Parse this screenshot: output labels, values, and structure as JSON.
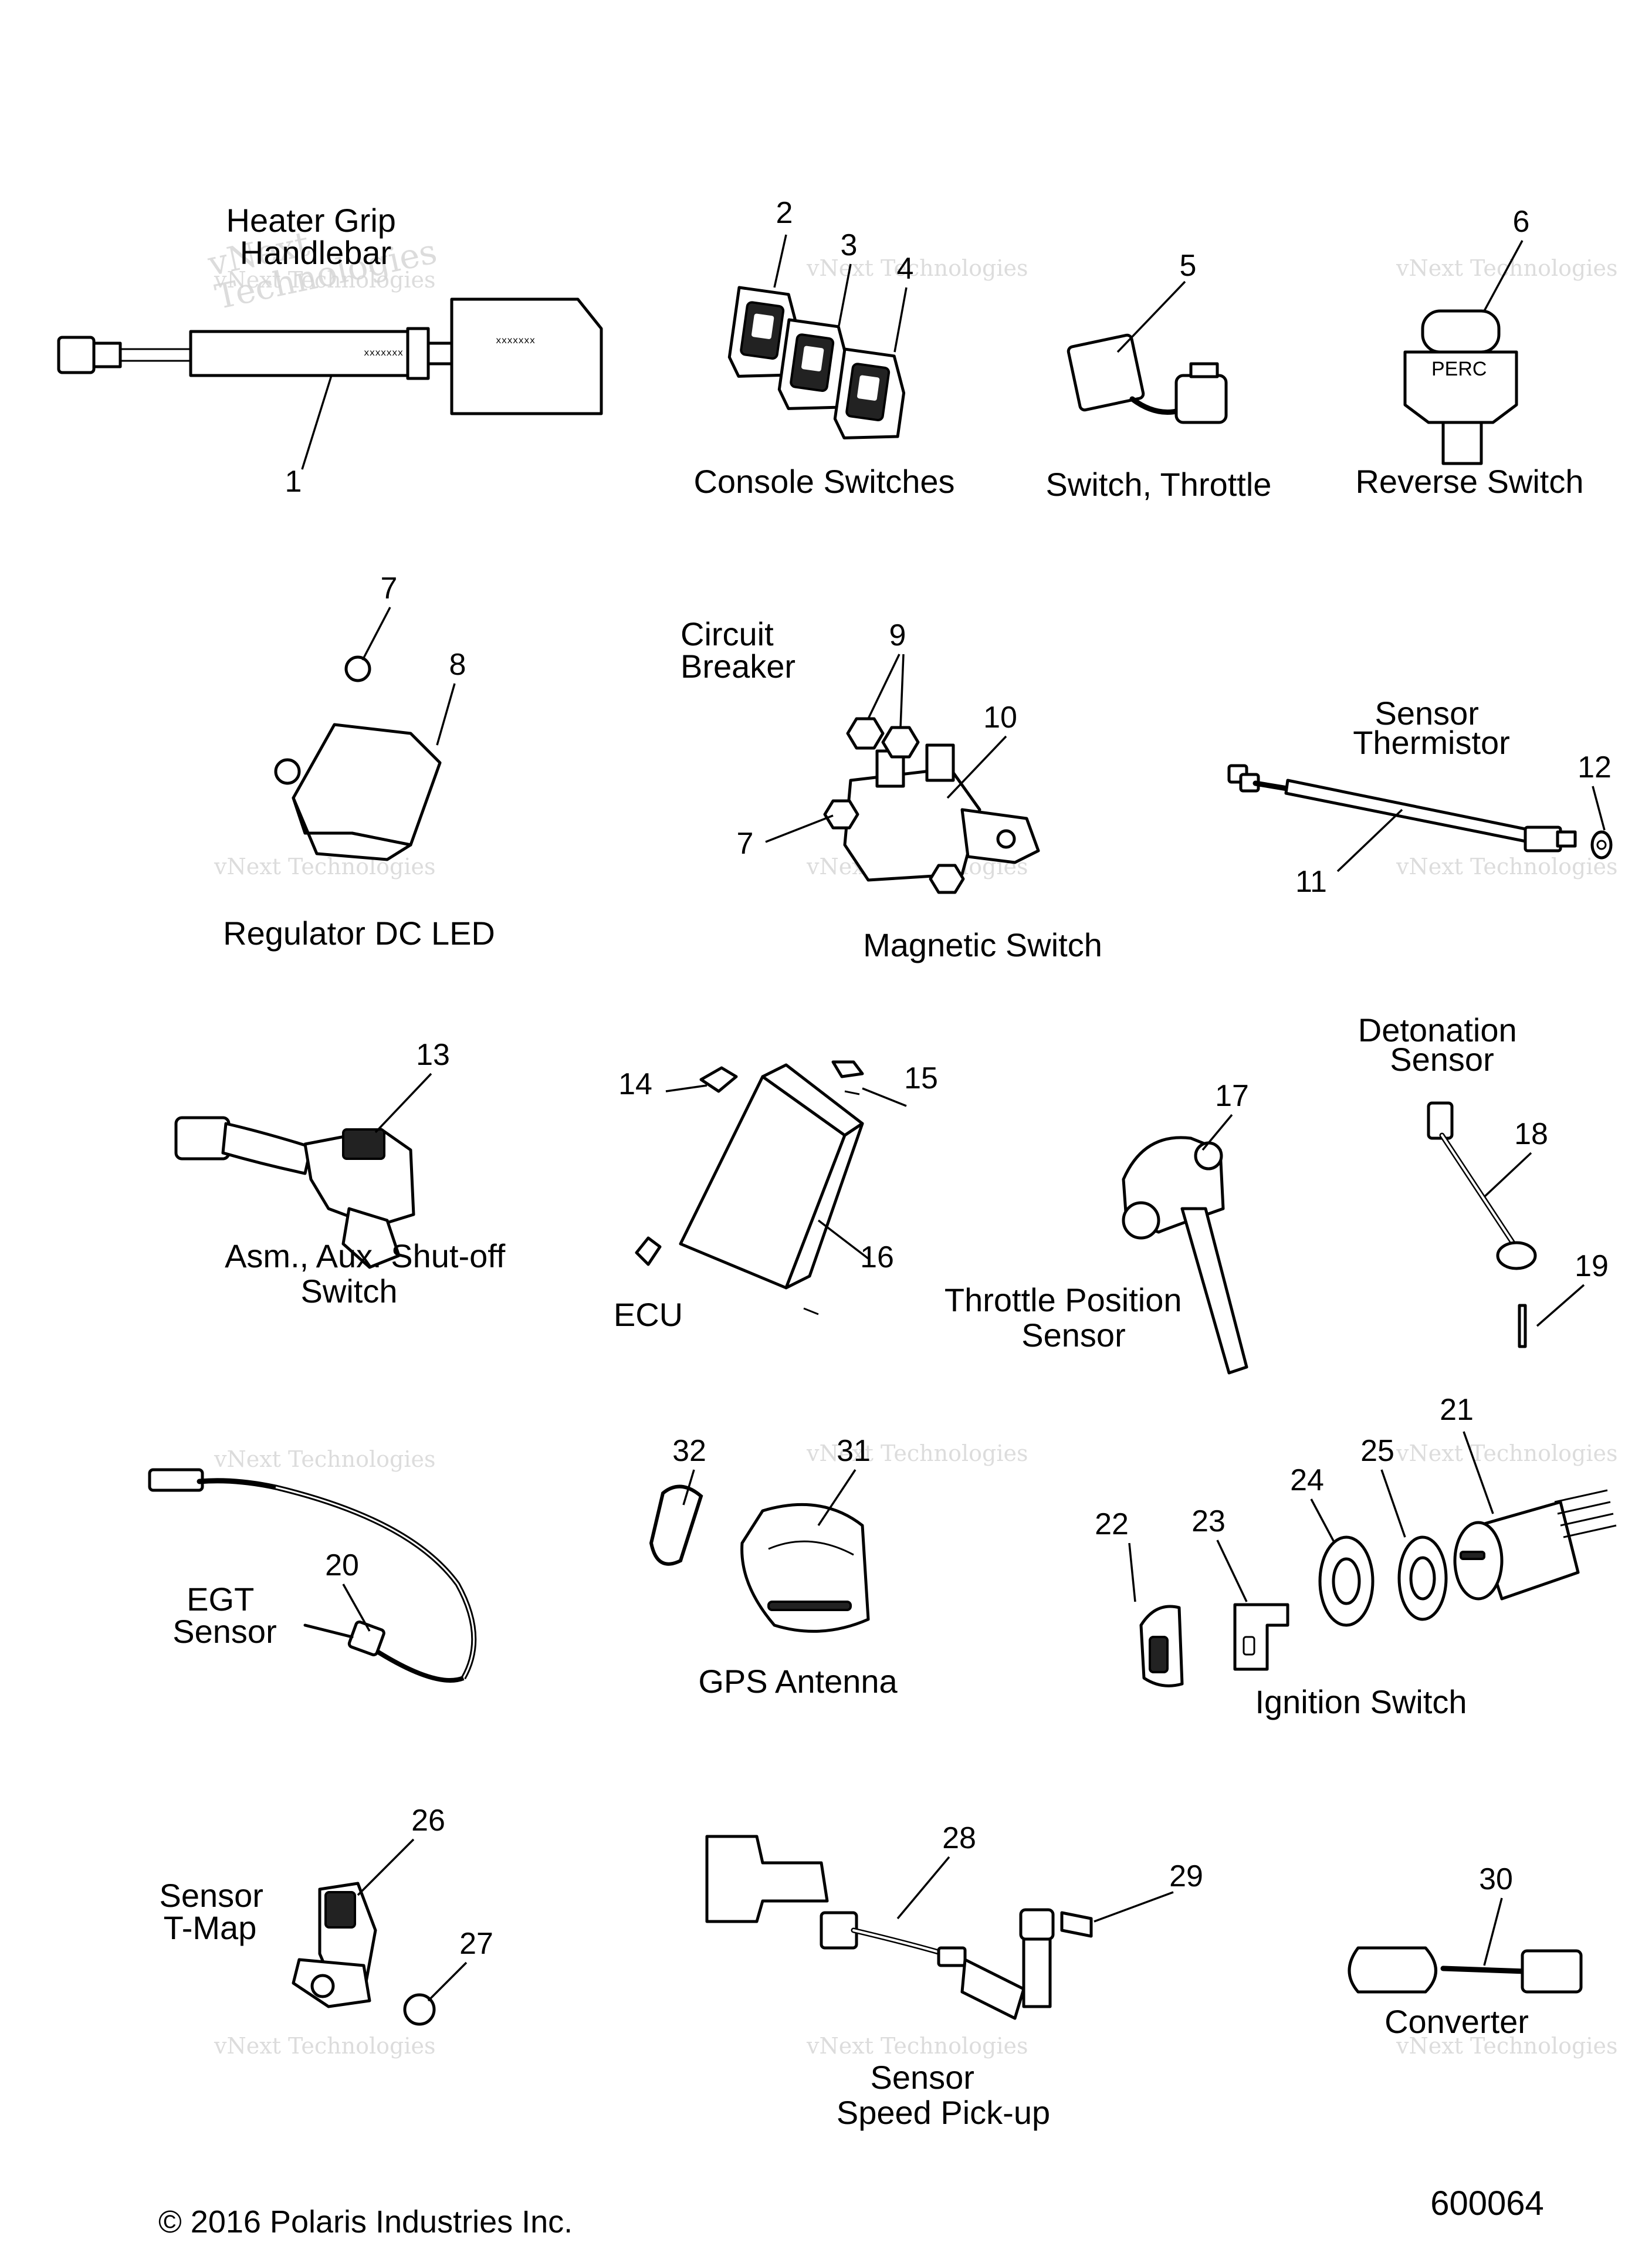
{
  "captions": {
    "heater_grip": "Heater Grip\nHandlebar",
    "console_switches": "Console Switches",
    "switch_throttle": "Switch, Throttle",
    "reverse_switch": "Reverse Switch",
    "circuit_breaker": "Circuit\nBreaker",
    "regulator": "Regulator DC LED",
    "magnetic_switch": "Magnetic Switch",
    "sensor_thermistor": "Sensor\nThermistor",
    "aux_shutoff": "Asm., Aux. Shut-off\nSwitch",
    "ecu": "ECU",
    "tps": "Throttle Position\nSensor",
    "detonation": "Detonation\nSensor",
    "egt": "EGT\nSensor",
    "gps": "GPS Antenna",
    "ignition": "Ignition Switch",
    "tmap": "Sensor\nT-Map",
    "speed": "Sensor\nSpeed Pick-up",
    "converter": "Converter"
  },
  "callouts": [
    "1",
    "2",
    "3",
    "4",
    "5",
    "6",
    "7",
    "8",
    "9",
    "10",
    "11",
    "12",
    "13",
    "14",
    "15",
    "16",
    "17",
    "18",
    "19",
    "20",
    "21",
    "22",
    "23",
    "24",
    "25",
    "26",
    "27",
    "28",
    "29",
    "30",
    "31",
    "32",
    "7"
  ],
  "part_text": {
    "perc": "PERC",
    "grip_marking": "xxxxxxx",
    "plate_marking": "xxxxxxx"
  },
  "watermark": {
    "line1": "vNext Technologies",
    "line2": "vNext\nTechnologies"
  },
  "footer": {
    "copyright": "© 2016 Polaris Industries Inc.",
    "diagram_id": "600064"
  }
}
